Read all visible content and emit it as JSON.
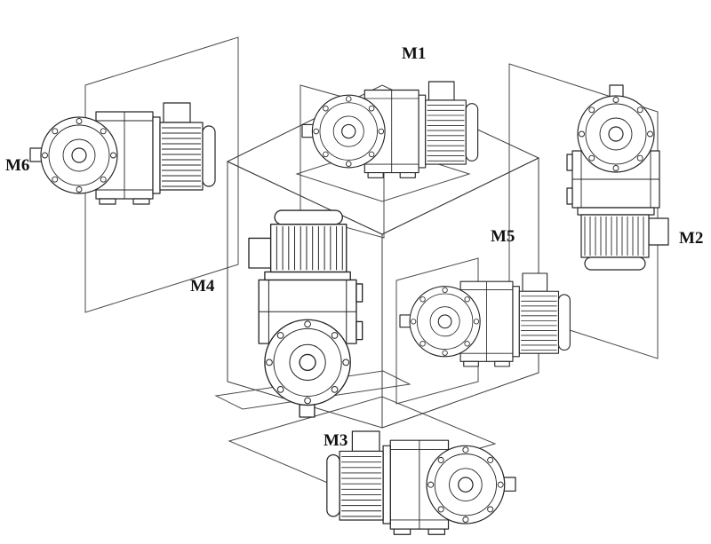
{
  "figure": {
    "labels": {
      "m1": "M1",
      "m2": "M2",
      "m3": "M3",
      "m4": "M4",
      "m5": "M5",
      "m6": "M6"
    },
    "colors": {
      "ink": "#262626",
      "background": "#ffffff"
    }
  }
}
